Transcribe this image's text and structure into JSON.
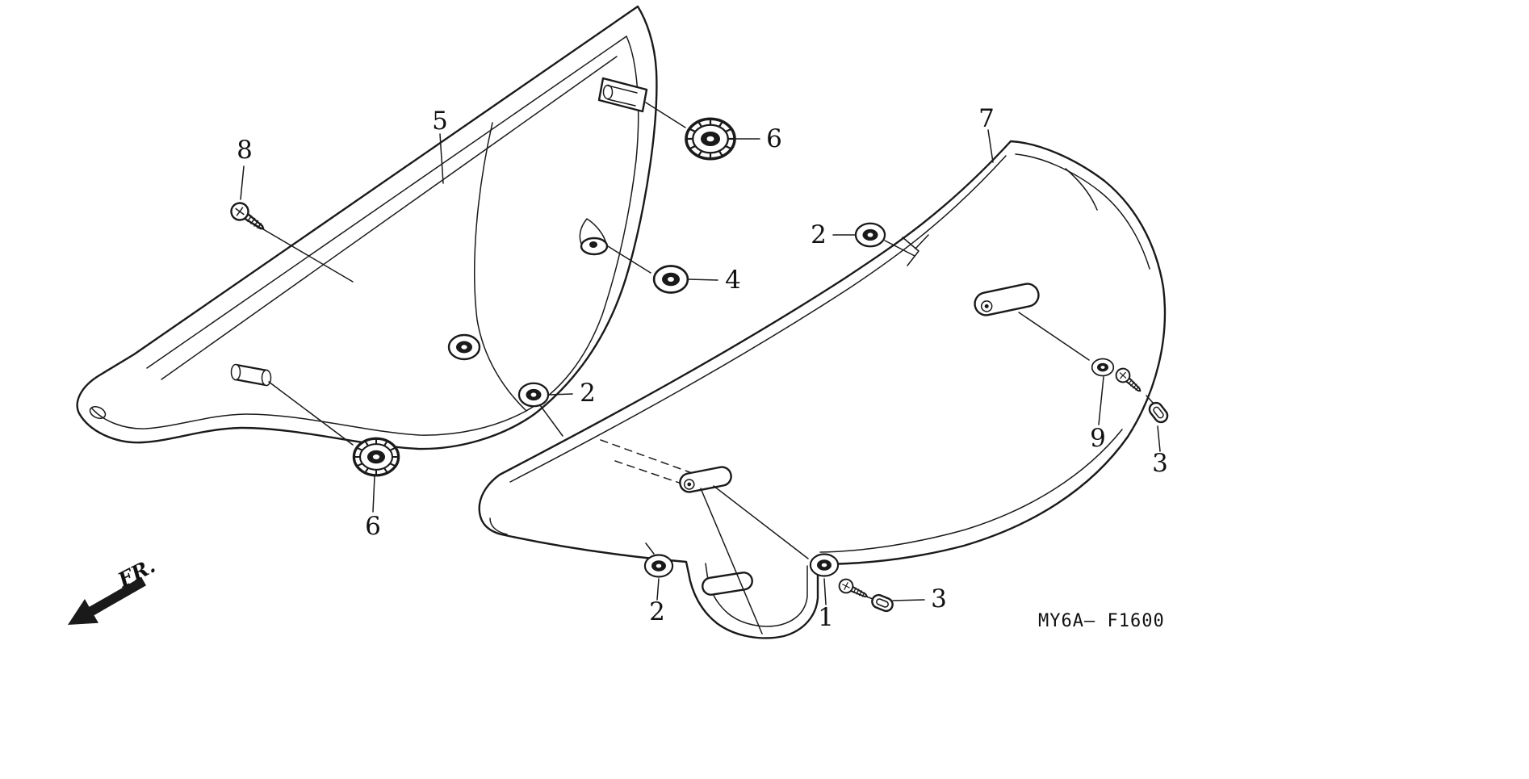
{
  "ink_color": "#1a1a1a",
  "diagram": {
    "code": "MY6A— F1600",
    "fr_label": "FR.",
    "callouts": [
      {
        "id": "8",
        "label": "8"
      },
      {
        "id": "5",
        "label": "5"
      },
      {
        "id": "6-top",
        "label": "6"
      },
      {
        "id": "4",
        "label": "4"
      },
      {
        "id": "2-top",
        "label": "2"
      },
      {
        "id": "7",
        "label": "7"
      },
      {
        "id": "2-mid",
        "label": "2"
      },
      {
        "id": "6-bottom",
        "label": "6"
      },
      {
        "id": "2-bottom",
        "label": "2"
      },
      {
        "id": "1",
        "label": "1"
      },
      {
        "id": "3-bottom",
        "label": "3"
      },
      {
        "id": "9",
        "label": "9"
      },
      {
        "id": "3-right",
        "label": "3"
      }
    ]
  }
}
